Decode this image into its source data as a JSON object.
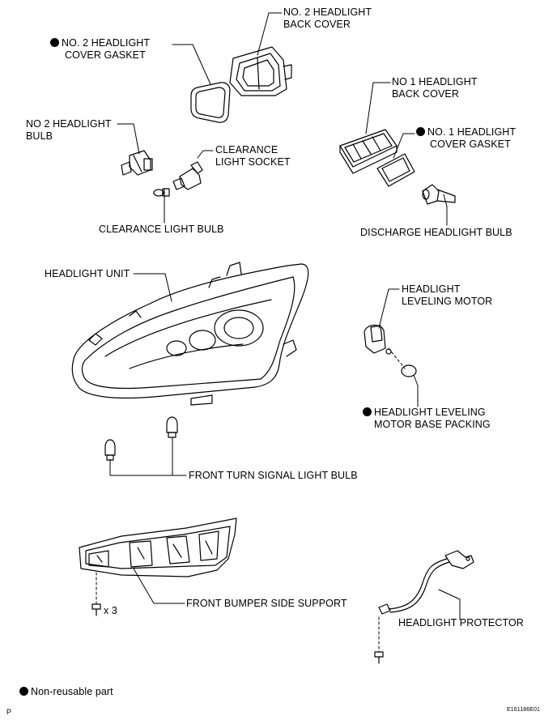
{
  "labels": {
    "no2_back_cover_l1": "NO. 2 HEADLIGHT",
    "no2_back_cover_l2": "BACK COVER",
    "no2_gasket_l1": "NO. 2 HEADLIGHT",
    "no2_gasket_l2": "COVER GASKET",
    "no2_bulb_l1": "NO  2 HEADLIGHT",
    "no2_bulb_l2": "BULB",
    "clearance_socket_l1": "CLEARANCE",
    "clearance_socket_l2": "LIGHT SOCKET",
    "clearance_bulb": "CLEARANCE LIGHT BULB",
    "no1_back_cover_l1": "NO  1 HEADLIGHT",
    "no1_back_cover_l2": "BACK COVER",
    "no1_gasket_l1": "NO. 1 HEADLIGHT",
    "no1_gasket_l2": "COVER GASKET",
    "discharge_bulb": "DISCHARGE HEADLIGHT BULB",
    "headlight_unit": "HEADLIGHT UNIT",
    "leveling_motor_l1": "HEADLIGHT",
    "leveling_motor_l2": "LEVELING MOTOR",
    "leveling_packing_l1": "HEADLIGHT LEVELING",
    "leveling_packing_l2": "MOTOR BASE PACKING",
    "turn_signal_bulb": "FRONT TURN SIGNAL LIGHT BULB",
    "bumper_support": "FRONT BUMPER SIDE SUPPORT",
    "screw_qty": "x 3",
    "protector": "HEADLIGHT PROTECTOR",
    "legend": "Non-reusable part",
    "corner_letter": "P",
    "figure_code": "E161186E01"
  },
  "colors": {
    "ink": "#000000",
    "paper": "#ffffff"
  }
}
